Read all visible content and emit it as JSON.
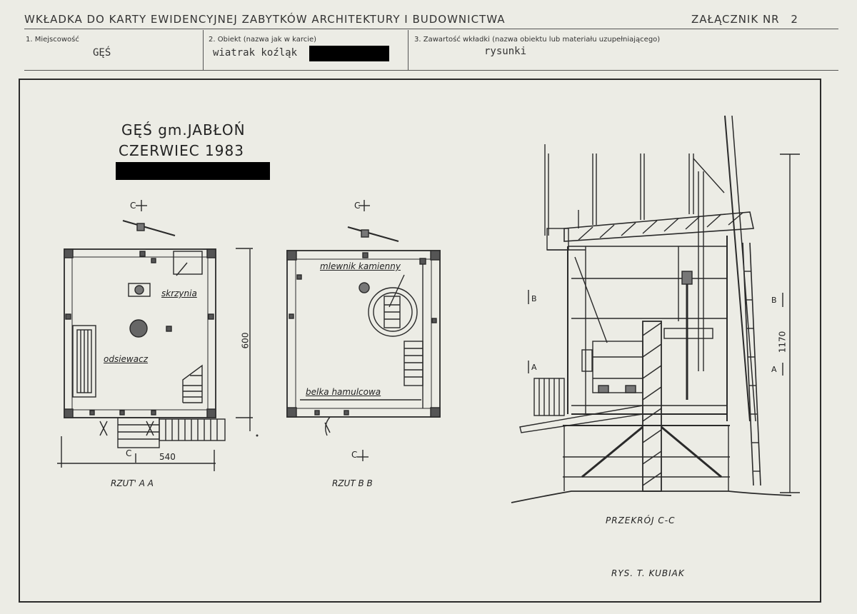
{
  "header": {
    "title": "WKŁADKA DO KARTY EWIDENCYJNEJ ZABYTKÓW ARCHITEKTURY I BUDOWNICTWA",
    "annex_label": "ZAŁĄCZNIK NR",
    "annex_number": "2"
  },
  "fields": {
    "place_label": "1. Miejscowość",
    "place_value": "GĘŚ",
    "object_label": "2. Obiekt (nazwa jak w karcie)",
    "object_value": "wiatrak koźląk",
    "content_label": "3. Zawartość wkładki (nazwa obiektu lub materiału uzupełniającego)",
    "content_value": "rysunki"
  },
  "drawing": {
    "heading_line1": "GĘŚ gm.JABŁOŃ",
    "heading_line2": "CZERWIEC 1983",
    "plan_a": {
      "label_skrzynia": "skrzynia",
      "label_odsiewacz": "odsiewacz",
      "dim_width": "540",
      "dim_height": "600",
      "section_mark_c": "C",
      "caption": "RZUT' A A"
    },
    "plan_b": {
      "label_mlewnik": "mlewnik kamienny",
      "label_belka": "belka hamulcowa",
      "section_mark_c": "C",
      "caption": "RZUT B B"
    },
    "section": {
      "mark_a_left": "A",
      "mark_b_left": "B",
      "mark_a_right": "A",
      "mark_b_right": "B",
      "dim_height": "1170",
      "caption": "PRZEKRÓJ C-C"
    },
    "author": "RYS. T. KUBIAK"
  }
}
